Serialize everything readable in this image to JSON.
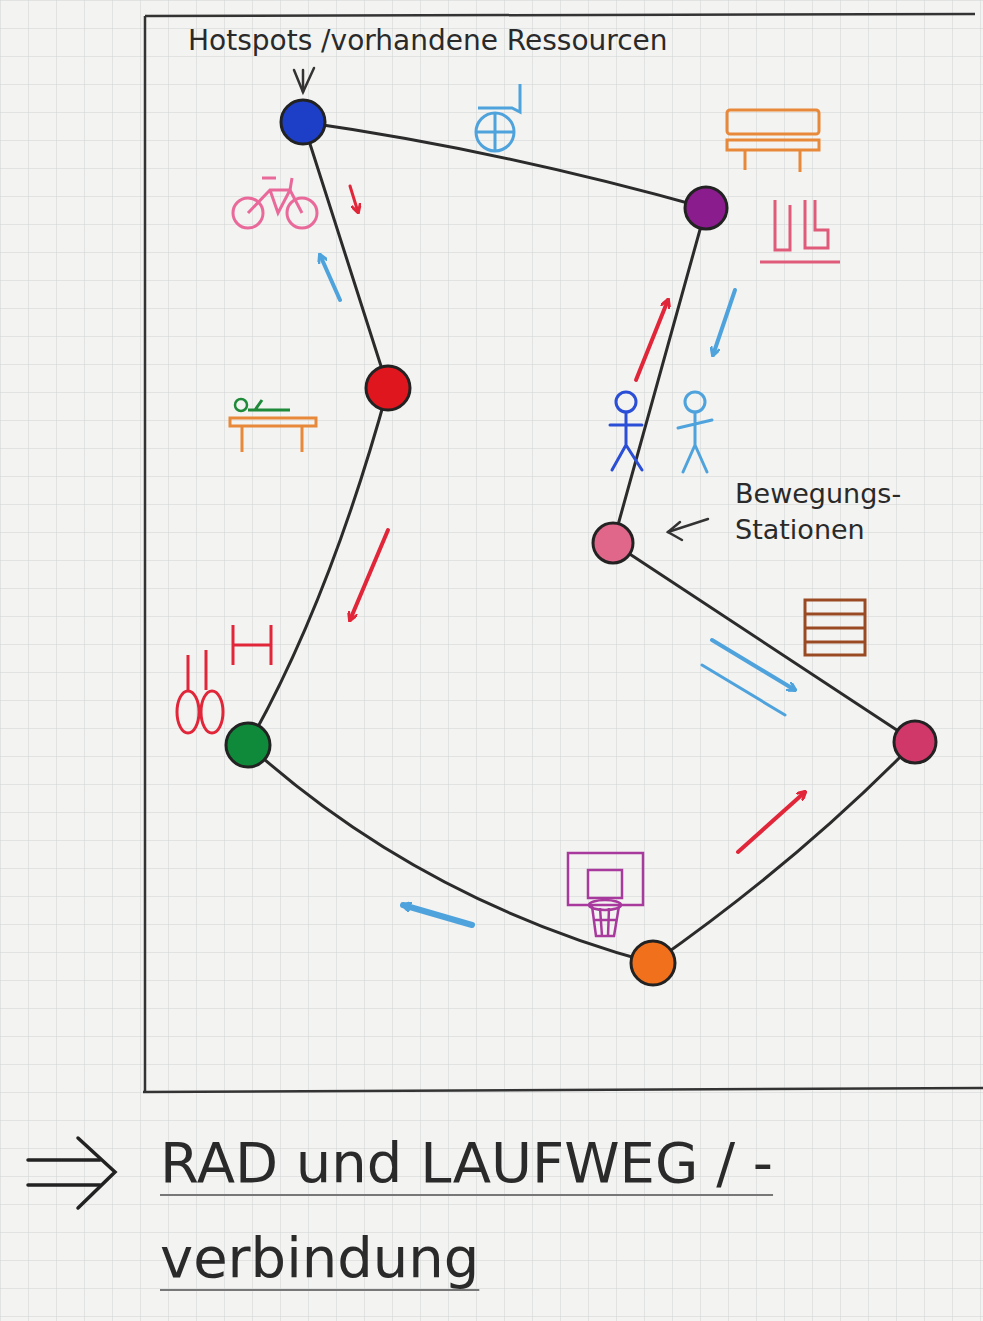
{
  "diagram": {
    "labels": [
      "Hotspots /vorhandene Ressourcen",
      "Bewegungs- Stationen",
      "RAD und LAUFWEG / -verbindung"
    ]
  }
}
